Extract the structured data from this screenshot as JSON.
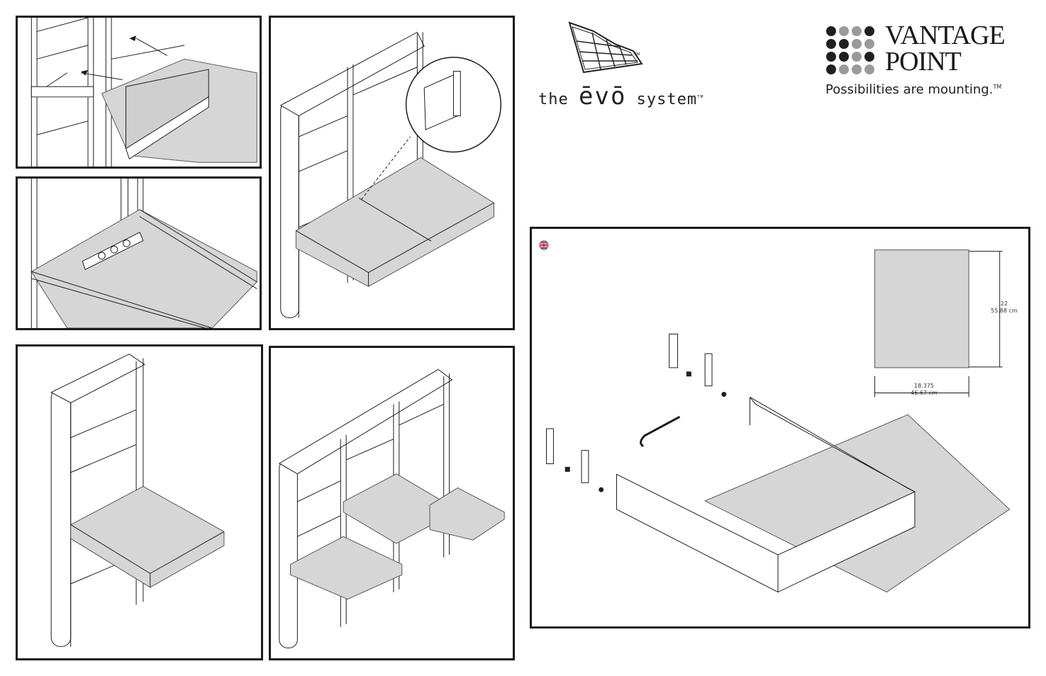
{
  "brand": {
    "product_prefix": "the",
    "product_name": "ēvō",
    "product_suffix": "system",
    "trademark_small": "TM",
    "company_line1": "VANTAGE",
    "company_line2": "POINT",
    "tagline": "Possibilities are mounting.",
    "tagline_mark": "TM"
  },
  "colors": {
    "frame_line": "#1a1a1a",
    "shelf_fill": "#d6d6d6",
    "dot_dark": "#1f1f1f",
    "dot_grey": "#9a9a9a"
  },
  "icons": {
    "language_flag": "uk-flag-icon"
  },
  "shelf_dimensions": {
    "depth_in": "22",
    "depth_cm": "55.88 cm",
    "width_in": "18.375",
    "width_cm": "46.67 cm"
  }
}
